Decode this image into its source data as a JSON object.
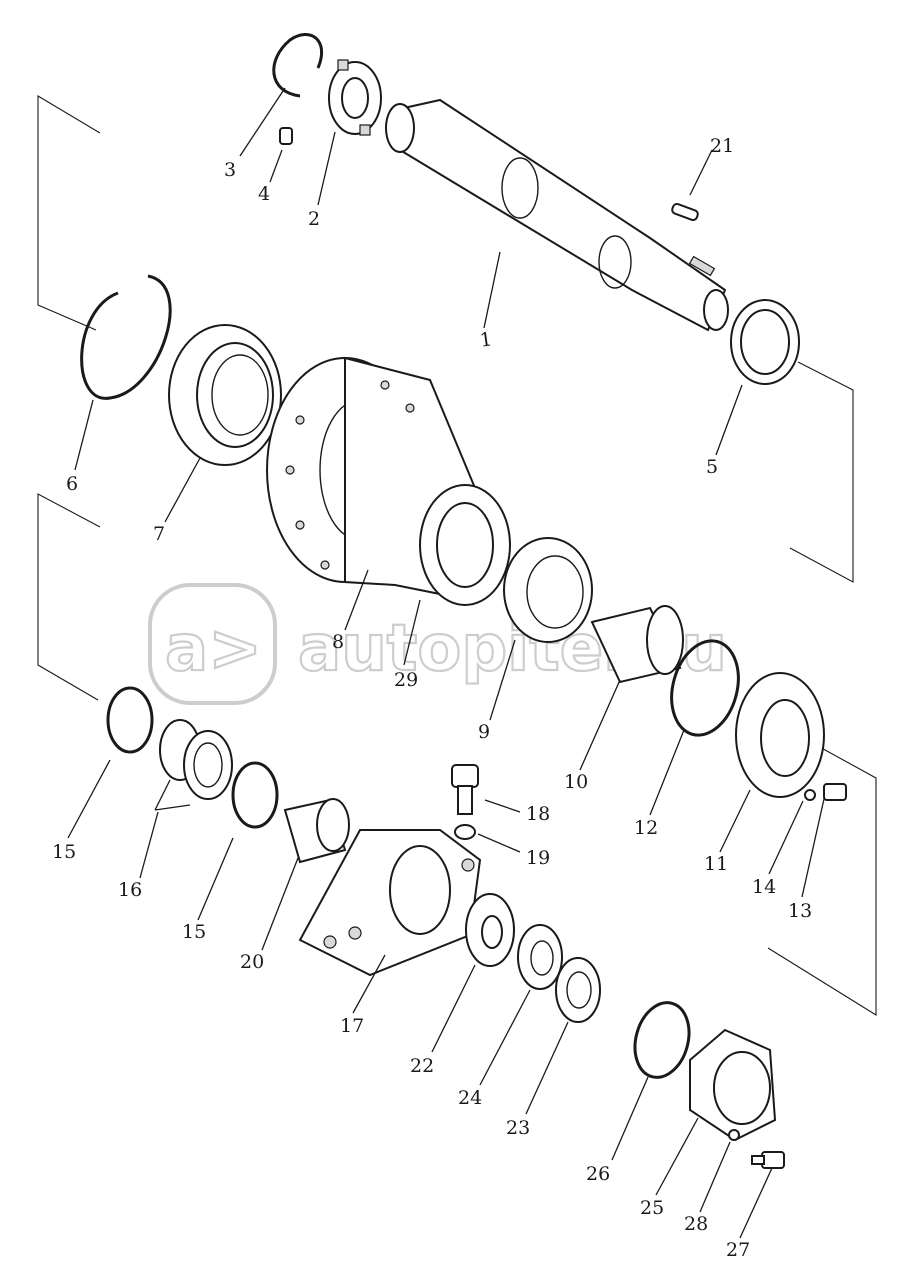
{
  "watermark": {
    "text": "autopiter.ru",
    "logo_glyph": "a>"
  },
  "callouts": [
    "1",
    "2",
    "3",
    "4",
    "5",
    "6",
    "7",
    "8",
    "9",
    "10",
    "11",
    "12",
    "13",
    "14",
    "15",
    "16",
    "17",
    "18",
    "19",
    "20",
    "21",
    "22",
    "23",
    "24",
    "25",
    "26",
    "27",
    "28",
    "29"
  ],
  "callout_15_second": "15"
}
